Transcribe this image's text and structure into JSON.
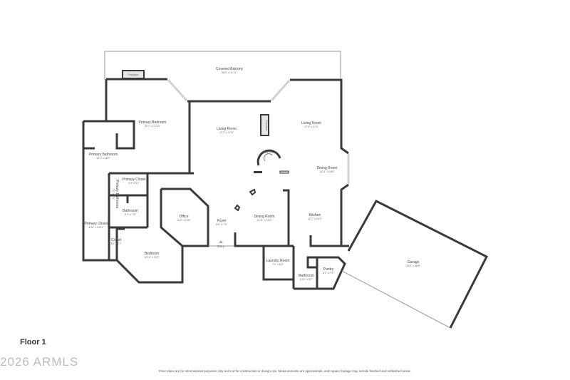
{
  "floor_label": "Floor 1",
  "watermark": "2026 ARMLS",
  "disclaimer": "Floor plans are for informational purposes only and not for construction or design use. Measurements are approximate, and square footage may include finished and unfinished areas.",
  "fixtures": {
    "fireplace_1": "Fireplace",
    "fireplace_2": "Fireplace",
    "stairs": "Stairs Down",
    "entry": "Entry"
  },
  "rooms": [
    {
      "name": "Covered Balcony",
      "dims": "56'0\" x 11'11\""
    },
    {
      "name": "Primary Bedroom",
      "dims": "20'7\" x 22'10\""
    },
    {
      "name": "Living Room",
      "dims": "17'2\" x 17'6\""
    },
    {
      "name": "Living Room",
      "dims": "17'4\" x 17'1\""
    },
    {
      "name": "Dining Room",
      "dims": "15'11\" x 18'9\""
    },
    {
      "name": "Primary Bathroom",
      "dims": "12'1\" x 18'7\""
    },
    {
      "name": "Primary Closet",
      "dims": "9'4\" x 5'1\""
    },
    {
      "name": "Primary Bathroom",
      "dims": "7'1\" x 5'0\""
    },
    {
      "name": "Bathroom",
      "dims": "9'4\" x 7'6\""
    },
    {
      "name": "Office",
      "dims": "11'0\" x 10'6\""
    },
    {
      "name": "Foyer",
      "dims": "6'6\" x 7'6\""
    },
    {
      "name": "Dining Room",
      "dims": "12'11\" x 13'2\""
    },
    {
      "name": "Kitchen",
      "dims": "12'7\" x 13'3\""
    },
    {
      "name": "Primary Closet",
      "dims": "5'11\" x 14'11\""
    },
    {
      "name": "Closet",
      "dims": "3'6\" x 7'7\""
    },
    {
      "name": "Bedroom",
      "dims": "15'10\" x 13'3\""
    },
    {
      "name": "Laundry Room",
      "dims": "7'1\" x 8'3\""
    },
    {
      "name": "Bathroom",
      "dims": "5'10\" x 6'7\""
    },
    {
      "name": "Pantry",
      "dims": "6'1\" x 7'2\""
    },
    {
      "name": "Garage",
      "dims": "34'5\" x 38'8\""
    }
  ]
}
